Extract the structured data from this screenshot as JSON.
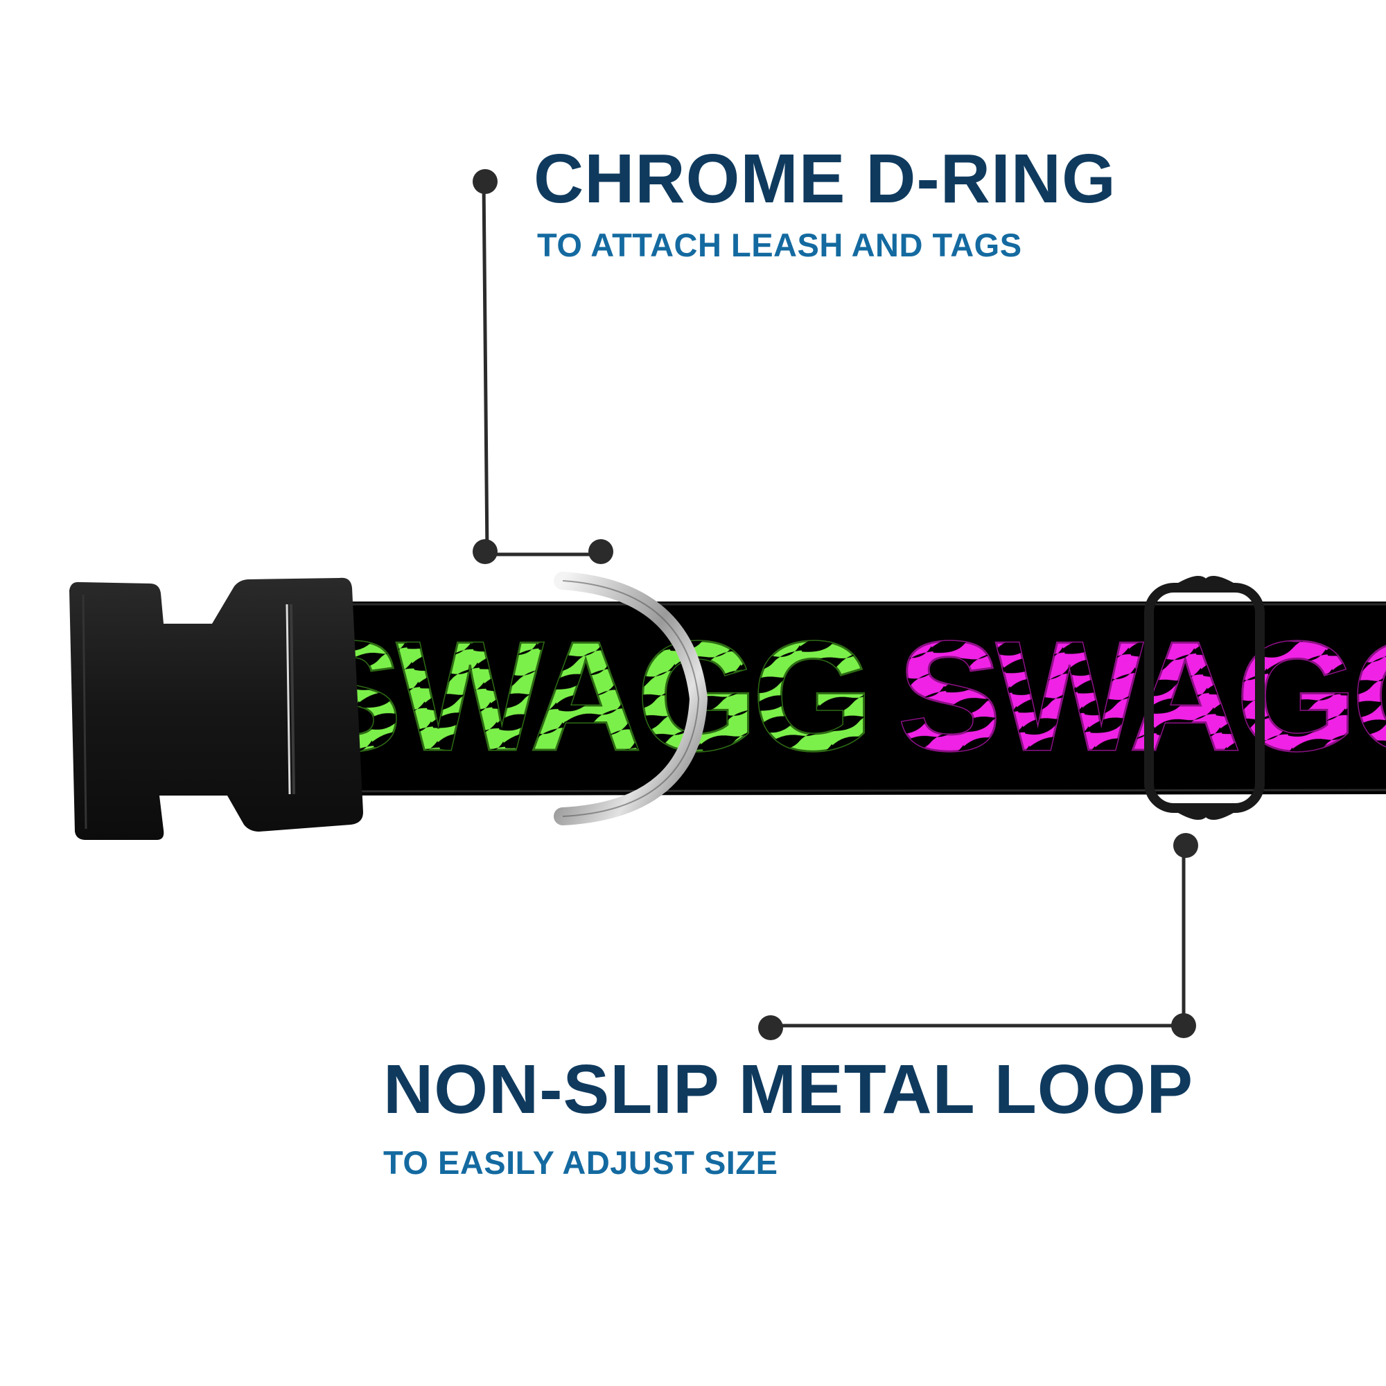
{
  "callouts": {
    "d_ring": {
      "title": "CHROME D-RING",
      "subtitle": "TO ATTACH LEASH AND TAGS"
    },
    "loop": {
      "title": "NON-SLIP METAL LOOP",
      "subtitle": "TO EASILY ADJUST SIZE"
    }
  },
  "collar": {
    "print_text": "SWAGG",
    "print_colors": [
      "#7cf04a",
      "#f022e6"
    ],
    "strap_color": "#000000",
    "buckle_color": "#161616",
    "hardware": [
      "buckle",
      "d-ring",
      "adjuster-loop"
    ]
  },
  "colors": {
    "title": "#0f3a5e",
    "subtitle": "#146aa0",
    "leader_line": "#2b2b2b"
  }
}
